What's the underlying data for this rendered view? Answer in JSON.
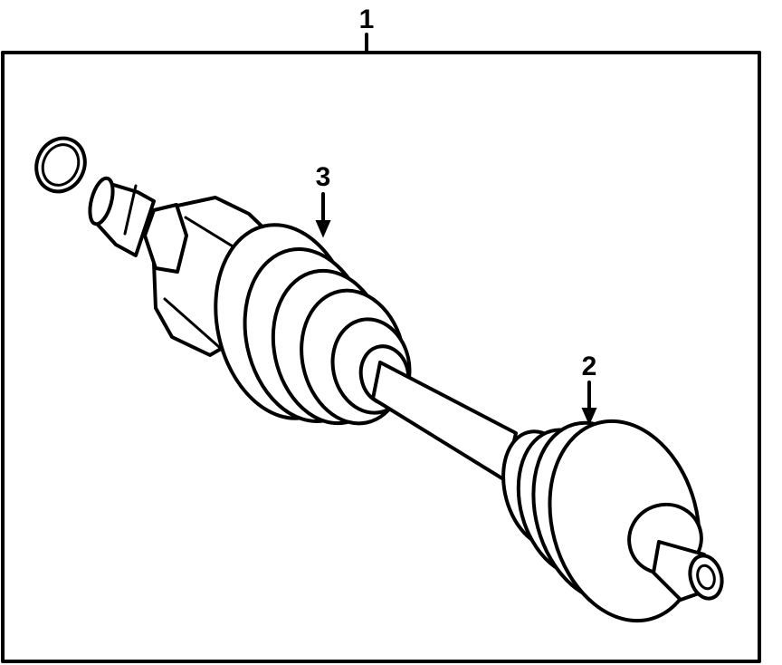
{
  "callouts": {
    "assembly": "1",
    "outer_boot": "2",
    "inner_boot": "3"
  },
  "colors": {
    "line": "#000000",
    "background": "#ffffff"
  }
}
